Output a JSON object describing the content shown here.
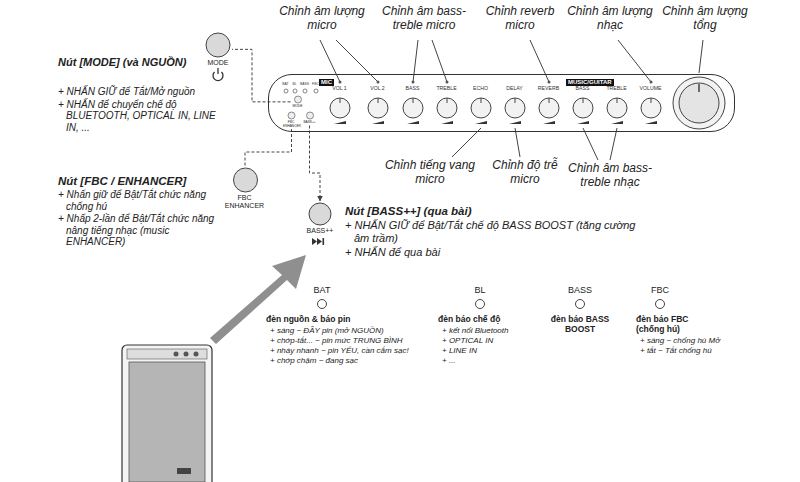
{
  "diagram": {
    "nodes": [
      {
        "text": [
          "MIC",
          "VOL 1",
          "VOL 2",
          "BASS",
          "TREBLE",
          "ECHO",
          "DELAY",
          "REVERB",
          "MUSIC/GUITAR",
          "BASS",
          "TREBLE",
          "VOLUME",
          "BAT",
          "BL",
          "BASS",
          "FBC"
        ]
      },
      {
        "text": [
          "MODE"
        ],
        "in": 0
      },
      {
        "text": [
          "FBC ENHANCER"
        ],
        "in": 0
      },
      {
        "text": [
          "BASS++"
        ],
        "in": 0
      },
      {
        "text": [
          "MODE"
        ]
      },
      {
        "text": [
          "FBC ENHANCER"
        ]
      },
      {
        "text": [
          "BASS++"
        ]
      }
    ],
    "edges": [
      {
        "from": 1,
        "to": 4,
        "arrow": "none"
      },
      {
        "from": 2,
        "to": 5,
        "arrow": "none"
      },
      {
        "from": 3,
        "to": 6,
        "arrow": "to"
      }
    ],
    "labels": [
      "Chỉnh âm lượng micro",
      "Chỉnh âm bass-treble micro",
      "Chỉnh reverb micro",
      "Chỉnh âm lượng nhạc",
      "Chỉnh âm lượng tổng",
      "Chỉnh tiếng vang micro",
      "Chỉnh độ trễ micro",
      "Chỉnh âm bass-treble nhạc",
      "Nút [MODE] (và NGUỒN)",
      "+ NHẤN GIỮ để Tắt/Mở nguồn",
      "+ NHẤN để chuyển chế độ BLUETOOTH, OPTICAL IN, LINE IN, ...",
      "Nút [FBC / ENHANCER]",
      "+ Nhấn giữ để Bật/Tắt chức năng chống hú",
      "+ Nhấp 2-lần để Bật/Tắt chức năng nâng tiếng nhạc (music ENHANCER)",
      "Nút [BASS++] (qua bài)",
      "+ NHẤN GIỮ để Bật/Tắt chế độ BASS BOOST (tăng cường âm trầm)",
      "+ NHẤN để qua bài",
      "BAT",
      "đèn nguồn & báo pin",
      "+ sáng ~ ĐẦY pin (mở NGUỒN)",
      "+ chớp-tắt... ~ pin mức TRUNG BÌNH",
      "+ nháy nhanh ~ pin YẾU, cần cắm sạc!",
      "+ chớp chậm ~ đang sạc",
      "BL",
      "đèn báo chế độ",
      "+ kết nối Bluetooth",
      "+ OPTICAL IN",
      "+ LINE IN",
      "+ ...",
      "BASS",
      "đèn báo BASS BOOST",
      "FBC",
      "đèn báo FBC (chống hú)",
      "+ sáng ~ chống hú Mở",
      "+ tắt ~ Tắt chống hú"
    ]
  }
}
